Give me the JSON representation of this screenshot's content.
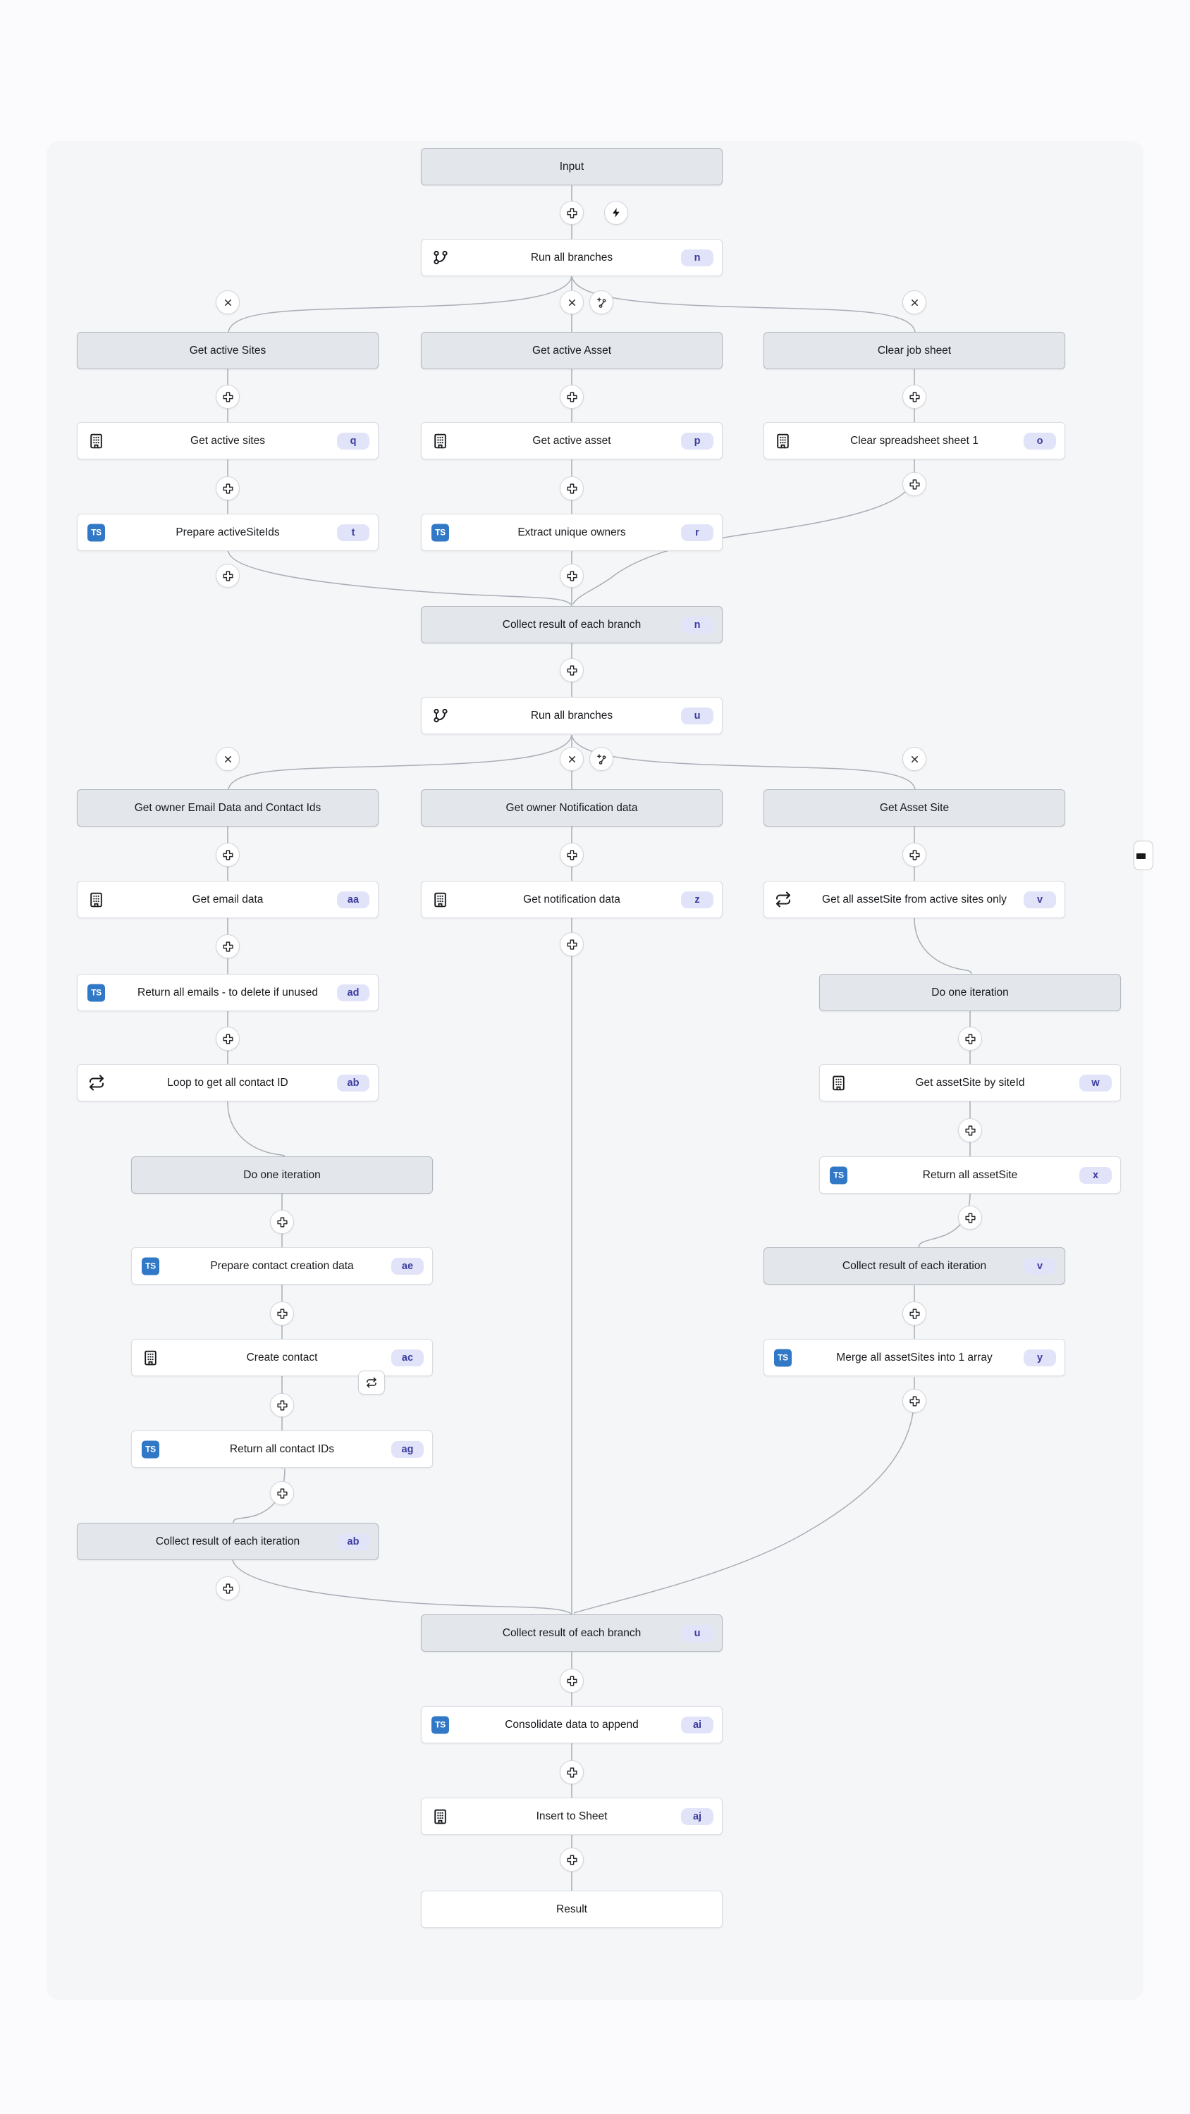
{
  "flow": {
    "nodes": {
      "input": {
        "label": "Input"
      },
      "run_all_branches_1": {
        "label": "Run all branches",
        "badge": "n"
      },
      "get_active_sites_header": {
        "label": "Get active Sites"
      },
      "get_active_asset_header": {
        "label": "Get active Asset"
      },
      "clear_job_sheet_header": {
        "label": "Clear job sheet"
      },
      "get_active_sites": {
        "label": "Get active sites",
        "badge": "q"
      },
      "get_active_asset": {
        "label": "Get active asset",
        "badge": "p"
      },
      "clear_spreadsheet": {
        "label": "Clear spreadsheet sheet 1",
        "badge": "o"
      },
      "prepare_activesiteids": {
        "label": "Prepare activeSiteIds",
        "badge": "t"
      },
      "extract_unique_owners": {
        "label": "Extract unique owners",
        "badge": "r"
      },
      "collect_branch_1": {
        "label": "Collect result of each branch",
        "badge": "n"
      },
      "run_all_branches_2": {
        "label": "Run all branches",
        "badge": "u"
      },
      "get_owner_email_header": {
        "label": "Get owner Email Data and Contact Ids"
      },
      "get_owner_notification_header": {
        "label": "Get owner Notification data"
      },
      "get_asset_site_header": {
        "label": "Get Asset Site"
      },
      "get_email_data": {
        "label": "Get email data",
        "badge": "aa"
      },
      "get_notification_data": {
        "label": "Get notification data",
        "badge": "z"
      },
      "get_all_assetsite": {
        "label": "Get all assetSite from active sites only",
        "badge": "v"
      },
      "return_all_emails": {
        "label": "Return all emails - to delete if unused",
        "badge": "ad"
      },
      "do_one_iteration_right": {
        "label": "Do one iteration"
      },
      "loop_get_contact_id": {
        "label": "Loop to get all contact ID",
        "badge": "ab"
      },
      "get_assetsite_by_siteid": {
        "label": "Get assetSite by siteId",
        "badge": "w"
      },
      "do_one_iteration_left": {
        "label": "Do one iteration"
      },
      "return_all_assetsite": {
        "label": "Return all assetSite",
        "badge": "x"
      },
      "prepare_contact_creation": {
        "label": "Prepare contact creation data",
        "badge": "ae"
      },
      "collect_iteration_right": {
        "label": "Collect result of each iteration",
        "badge": "v"
      },
      "create_contact": {
        "label": "Create contact",
        "badge": "ac"
      },
      "merge_assetsites": {
        "label": "Merge all assetSites into 1 array",
        "badge": "y"
      },
      "return_contact_ids": {
        "label": "Return all contact IDs",
        "badge": "ag"
      },
      "collect_iteration_left": {
        "label": "Collect result of each iteration",
        "badge": "ab"
      },
      "collect_branch_2": {
        "label": "Collect result of each branch",
        "badge": "u"
      },
      "consolidate_data": {
        "label": "Consolidate data to append",
        "badge": "ai"
      },
      "insert_to_sheet": {
        "label": "Insert to Sheet",
        "badge": "aj"
      },
      "result": {
        "label": "Result"
      }
    },
    "icons": {
      "ts_label": "TS",
      "plus": "plus-icon",
      "lightning": "lightning-icon",
      "close": "x-icon",
      "add_branch": "branch-plus-icon",
      "branch": "git-branch-icon",
      "building": "building-icon",
      "loop": "repeat-icon"
    },
    "colors": {
      "page_bg": "#fbfbfd",
      "canvas_bg": "#f5f6f8",
      "node_bg": "#ffffff",
      "header_bg": "#e3e6eb",
      "node_border": "#d9dce1",
      "header_border": "#b4bac2",
      "edge": "#a9aeb6",
      "badge_bg": "#e1e4f8",
      "badge_text": "#3b3b9e",
      "ts_blue": "#3178c6",
      "icon_black": "#17191c"
    }
  }
}
